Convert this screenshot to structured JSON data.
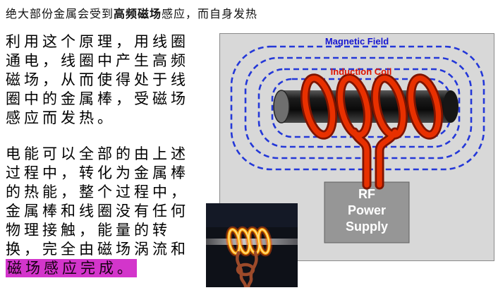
{
  "headline": {
    "pre": "绝大部份金属会受到",
    "bold": "高频磁场",
    "post": "感应，而自身发热"
  },
  "body": {
    "p1": "利用这个原理，用线圈通电，线圈中产生高频磁场，从而使得处于线圈中的金属棒，受磁场感应而发热。",
    "p2": "电能可以全部的由上述过程中，转化为金属棒的热能，整个过程中，金属棒和线圈没有任何物理接触，能量的转换，完全由磁场涡流和",
    "p2_highlight": "磁场感应完成。"
  },
  "diagram": {
    "magnetic_field_label": "Magnetic Field",
    "induction_coil_label": "Induction Coil",
    "power_supply": {
      "l1": "RF",
      "l2": "Power",
      "l3": "Supply"
    }
  },
  "colors": {
    "field_line_blue": "#2438d8",
    "magnetic_label_blue": "#1616d0",
    "coil_red": "#e83000",
    "coil_outline_dark_red": "#7d1400",
    "highlight_magenta": "#d335cb",
    "panel_gray": "#d8d8d8",
    "psu_gray": "#969696",
    "rod_dark": "#141414",
    "photo_glow_orange": "#ffa100"
  }
}
